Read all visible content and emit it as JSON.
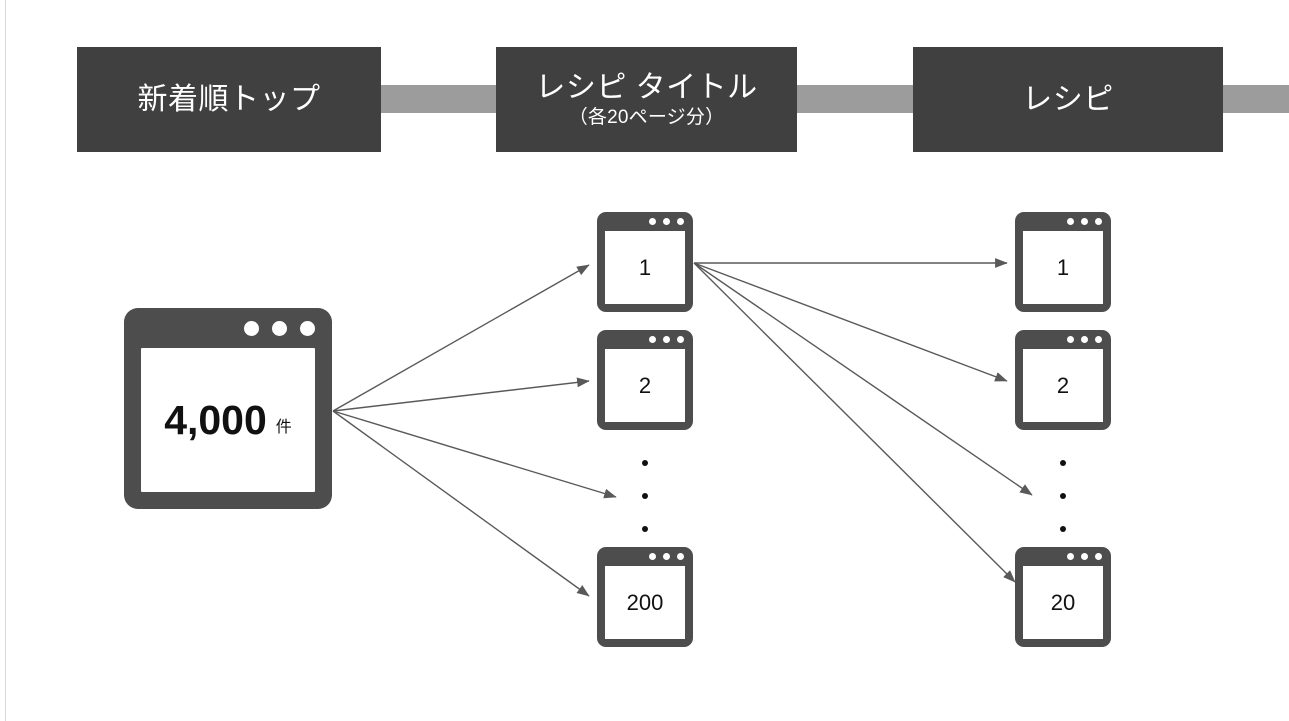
{
  "diagram": {
    "title_flow": [
      {
        "name": "banner-top",
        "title": "新着順トップ",
        "subtitle": ""
      },
      {
        "name": "banner-recipe-title",
        "title": "レシピ タイトル",
        "subtitle": "（各20ページ分）"
      },
      {
        "name": "banner-recipe",
        "title": "レシピ",
        "subtitle": ""
      }
    ],
    "colors": {
      "banner_bg": "#404040",
      "banner_text": "#ffffff",
      "connector": "#9c9c9c",
      "window_frame": "#4d4d4d",
      "window_screen": "#ffffff",
      "arrow": "#595959",
      "text": "#111111",
      "page_edge": "#d9d9d9"
    },
    "source_window": {
      "value": "4,000",
      "unit": "件"
    },
    "middle_column": {
      "items": [
        {
          "label": "1"
        },
        {
          "label": "2"
        },
        {
          "label": "200"
        }
      ],
      "ellipsis": "⋮"
    },
    "right_column": {
      "items": [
        {
          "label": "1"
        },
        {
          "label": "2"
        },
        {
          "label": "20"
        }
      ],
      "ellipsis": "⋮"
    }
  }
}
